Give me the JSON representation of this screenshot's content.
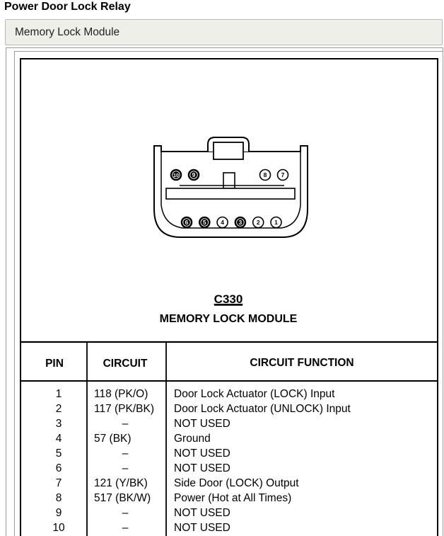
{
  "page": {
    "title": "Power Door Lock Relay",
    "section_label": "Memory Lock Module"
  },
  "connector": {
    "id": "C330",
    "name": "MEMORY LOCK MODULE",
    "top_row_left_pins": [
      "10",
      "9"
    ],
    "top_row_right_pins": [
      "8",
      "7"
    ],
    "bottom_row_pins": [
      "6",
      "5",
      "4",
      "3",
      "2",
      "1"
    ]
  },
  "pin_table": {
    "headers": {
      "pin": "PIN",
      "circuit": "CIRCUIT",
      "function": "CIRCUIT FUNCTION"
    },
    "rows": [
      {
        "pin": "1",
        "circuit": "118 (PK/O)",
        "function": "Door Lock Actuator (LOCK) Input"
      },
      {
        "pin": "2",
        "circuit": "117 (PK/BK)",
        "function": "Door Lock Actuator (UNLOCK) Input"
      },
      {
        "pin": "3",
        "circuit": "–",
        "function": "NOT USED"
      },
      {
        "pin": "4",
        "circuit": "57 (BK)",
        "function": "Ground"
      },
      {
        "pin": "5",
        "circuit": "–",
        "function": "NOT USED"
      },
      {
        "pin": "6",
        "circuit": "–",
        "function": "NOT USED"
      },
      {
        "pin": "7",
        "circuit": "121 (Y/BK)",
        "function": "Side Door (LOCK) Output"
      },
      {
        "pin": "8",
        "circuit": "517 (BK/W)",
        "function": "Power (Hot at All Times)"
      },
      {
        "pin": "9",
        "circuit": "–",
        "function": "NOT USED"
      },
      {
        "pin": "10",
        "circuit": "–",
        "function": "NOT USED"
      }
    ]
  }
}
